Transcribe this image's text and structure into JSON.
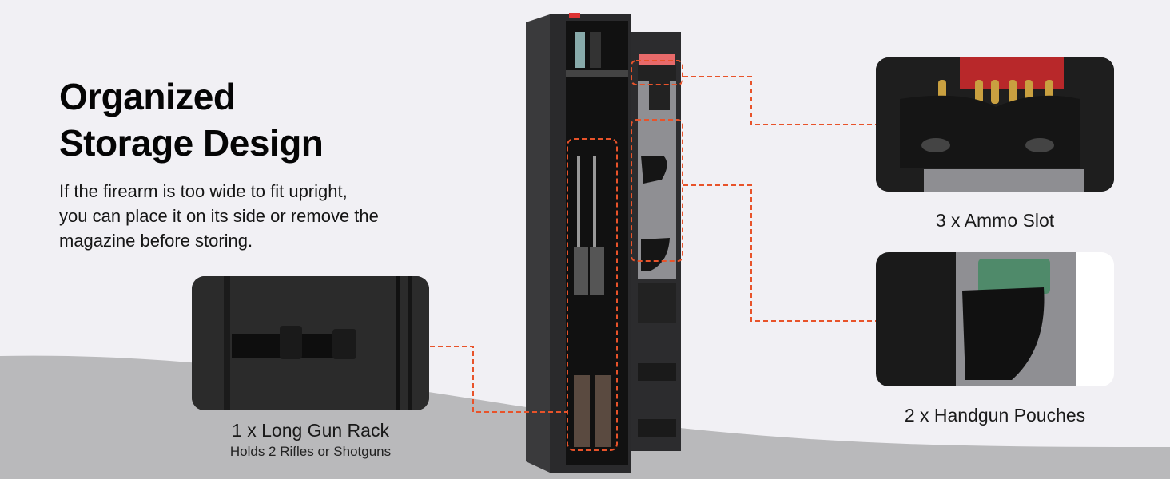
{
  "heading": {
    "line1": "Organized",
    "line2": "Storage Design"
  },
  "description": [
    "If the firearm is too wide to fit upright,",
    "you can place it on its side or remove the",
    "magazine before storing."
  ],
  "callouts": {
    "long_gun_rack": {
      "title": "1 x Long Gun Rack",
      "subtitle": "Holds 2 Rifles or Shotguns"
    },
    "ammo_slot": {
      "title": "3 x Ammo Slot"
    },
    "handgun_pouches": {
      "title": "2 x Handgun Pouches"
    }
  },
  "colors": {
    "accent": "#e8532a",
    "background": "#f1f0f4",
    "floor": "#b9b9bb",
    "cabinet": "#2a2a2c"
  }
}
